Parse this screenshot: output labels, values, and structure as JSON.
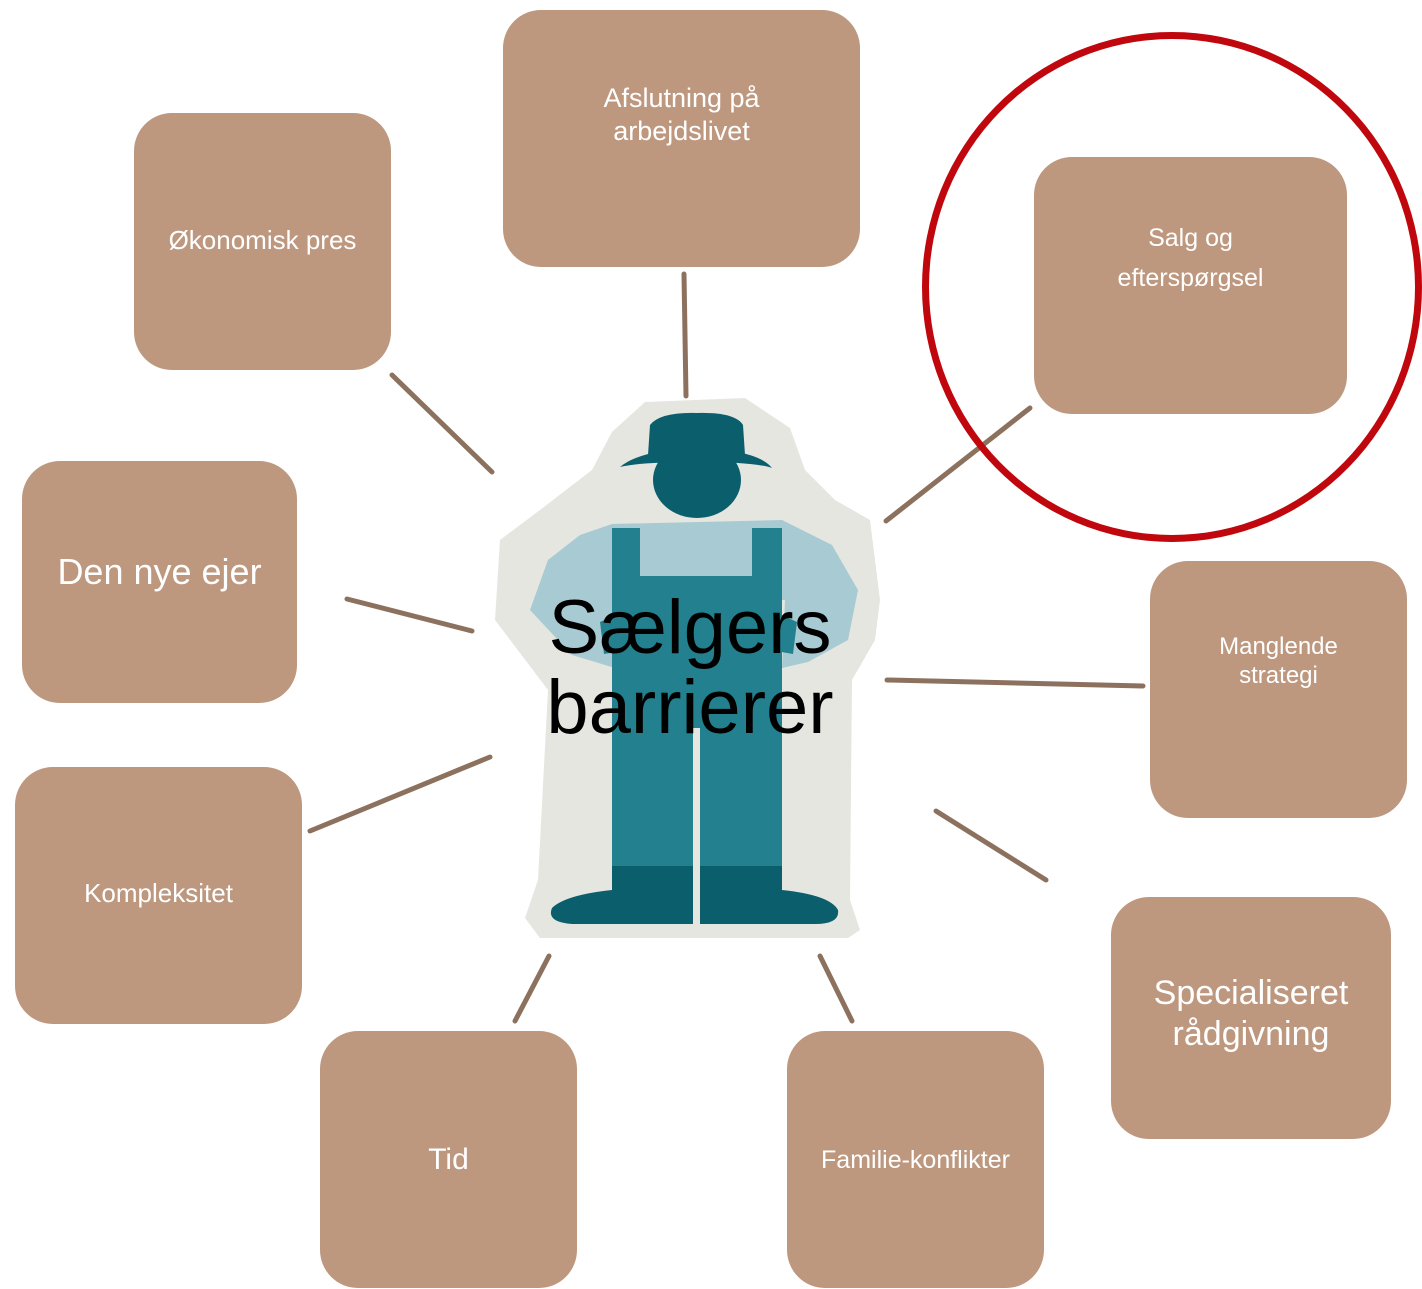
{
  "center": {
    "title": "Sælgers barrierer"
  },
  "barriers": {
    "afslutning": "Afslutning på arbejdslivet",
    "okonomisk": "Økonomisk pres",
    "salg": "Salg og efterspørgsel",
    "den_nye_ejer": "Den nye ejer",
    "manglende": "Manglende strategi",
    "kompleksitet": "Kompleksitet",
    "specialiseret": "Specialiseret rådgivning",
    "tid": "Tid",
    "familie": "Familie-konflikter"
  },
  "colors": {
    "box": "#bd987f",
    "connector": "#8c725e",
    "highlight": "#c0070d",
    "figure_dark": "#0b5f6c",
    "figure_mid": "#22808f",
    "figure_light": "#a8cad3"
  }
}
